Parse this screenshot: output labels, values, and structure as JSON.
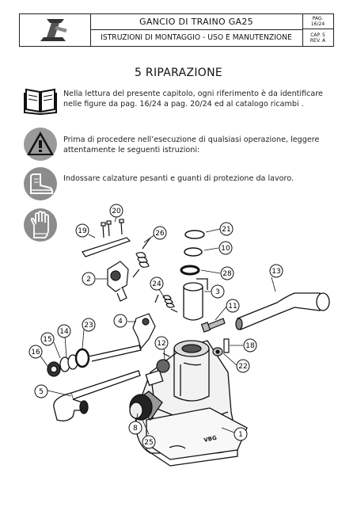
{
  "header": {
    "product": "GANCIO DI TRAINO  GA25",
    "doc_type": "ISTRUZIONI DI MONTAGGIO - USO E MANUTENZIONE",
    "page_label": "PAG.",
    "page_value": "16/24",
    "chapter_label": "CAP. 5",
    "revision": "REV. A"
  },
  "section_title": "5  RIPARAZIONE",
  "paragraphs": {
    "reading": "Nella lettura del presente capitolo, ogni riferimento è da identificare nelle figure da pag. 16/24 a pag.  20/24 ed al catalogo ricambi .",
    "warning": "Prima di procedere nell’esecuzione di qualsiasi operazione, leggere attentamente le seguenti istruzioni:",
    "safety": "Indossare calzature pesanti e  guanti di protezione da lavoro."
  },
  "icons": [
    "book-icon",
    "warning-triangle-icon",
    "safety-boot-icon",
    "safety-glove-icon"
  ],
  "diagram": {
    "brand_label": "VBG",
    "part_callouts": [
      "20",
      "19",
      "26",
      "21",
      "10",
      "28",
      "2",
      "24",
      "3",
      "13",
      "4",
      "11",
      "14",
      "23",
      "15",
      "12",
      "18",
      "16",
      "22",
      "5",
      "8",
      "25",
      "1"
    ]
  }
}
